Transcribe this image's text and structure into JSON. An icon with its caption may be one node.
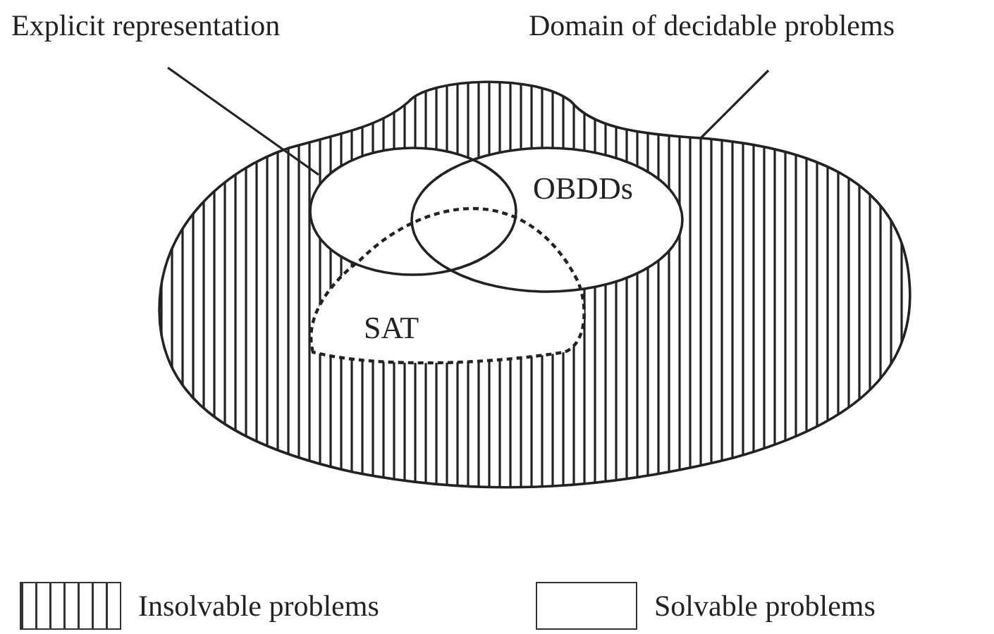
{
  "diagram": {
    "nodes": [
      {
        "text": [
          "Explicit representation"
        ]
      },
      {
        "text": [
          "Domain of decidable problems"
        ]
      },
      {
        "text": [],
        "shape": "blob"
      },
      {
        "text": [],
        "shape": "ellipse",
        "in": 2
      },
      {
        "text": [
          "OBDDs"
        ],
        "in": 2
      },
      {
        "text": [
          "SAT"
        ],
        "in": 2
      }
    ],
    "edges": [
      {
        "from": 0,
        "to": 3,
        "arrow": "none"
      },
      {
        "from": 1,
        "to": 2,
        "arrow": "none"
      }
    ],
    "legend": [
      {
        "text": "Insolvable problems"
      },
      {
        "text": "Solvable problems",
        "color": "#ffffff"
      }
    ]
  }
}
